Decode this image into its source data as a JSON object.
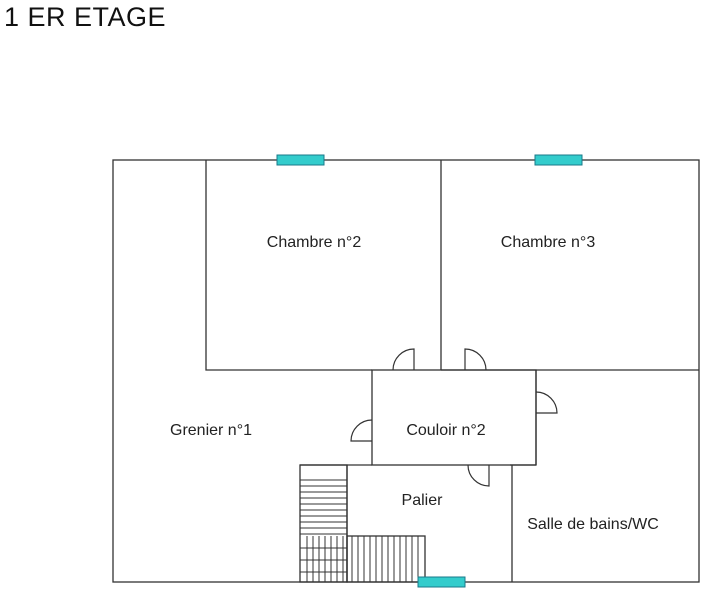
{
  "title": "1 ER ETAGE",
  "rooms": {
    "chambre2": "Chambre n°2",
    "chambre3": "Chambre n°3",
    "grenier1": "Grenier n°1",
    "couloir2": "Couloir n°2",
    "palier": "Palier",
    "salle_de_bains": "Salle de bains/WC"
  },
  "colors": {
    "window": "#33cccc",
    "wall": "#333333"
  }
}
